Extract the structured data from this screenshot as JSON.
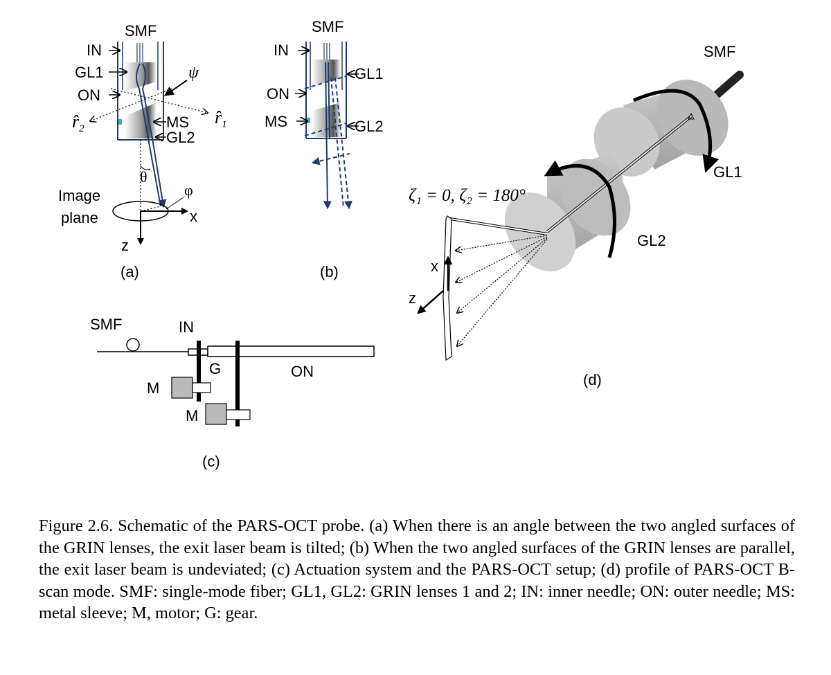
{
  "panel_a": {
    "smf": "SMF",
    "in": "IN",
    "gl1": "GL1",
    "on": "ON",
    "ms": "MS",
    "gl2": "GL2",
    "psi": "ψ",
    "r2": "r̂",
    "r2_sub": "2",
    "r1": "r̂",
    "r1_sub": "1",
    "theta": "θ",
    "phi": "φ",
    "image": "Image",
    "plane": "plane",
    "x": "x",
    "z": "z",
    "label": "(a)"
  },
  "panel_b": {
    "smf": "SMF",
    "in": "IN",
    "gl1": "GL1",
    "on": "ON",
    "ms": "MS",
    "gl2": "GL2",
    "label": "(b)"
  },
  "panel_c": {
    "smf": "SMF",
    "in": "IN",
    "g": "G",
    "on": "ON",
    "m1": "M",
    "m2": "M",
    "label": "(c)"
  },
  "panel_d": {
    "smf": "SMF",
    "gl1": "GL1",
    "gl2": "GL2",
    "zeta": "ζ₁ = 0, ζ₂ = 180°",
    "x": "x",
    "z": "z",
    "label": "(d)"
  },
  "caption": "Figure 2.6. Schematic of the PARS-OCT probe. (a) When there is an angle between the two angled surfaces of the GRIN lenses, the exit laser beam is tilted; (b) When the two angled surfaces of the GRIN lenses are parallel, the exit laser beam is undeviated; (c) Actuation system and the PARS-OCT setup; (d) profile of PARS-OCT B-scan mode. SMF: single-mode fiber; GL1, GL2: GRIN lenses 1 and 2; IN: inner needle; ON: outer needle; MS: metal sleeve; M, motor; G: gear.",
  "colors": {
    "beam": "#1f3a6e",
    "needle": "#1f3a6e",
    "sleeve": "#3aaed8",
    "lens": "#888888",
    "motor": "#bbbbbb"
  }
}
